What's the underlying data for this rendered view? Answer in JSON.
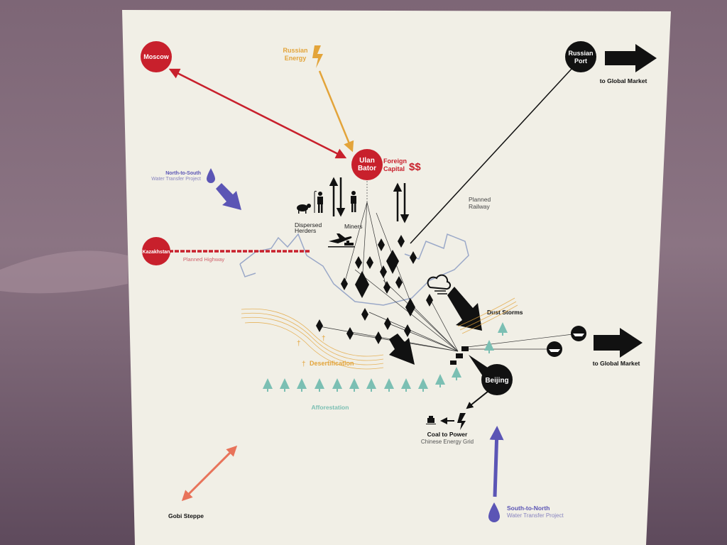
{
  "colors": {
    "red": "#c8202c",
    "orange": "#e3a43a",
    "blue": "#5b55b5",
    "teal": "#7bbfb3",
    "black": "#111111",
    "salmon": "#e8735a",
    "poster": "#f1efe6"
  },
  "nodes": {
    "moscow": "Moscow",
    "ulan_bator": [
      "Ulan",
      "Bator"
    ],
    "russian_port": [
      "Russian",
      "Port"
    ],
    "kazakhstan": "Kazakhstan",
    "beijing": "Beijing"
  },
  "labels": {
    "russian_energy": [
      "Russian",
      "Energy"
    ],
    "foreign_capital": [
      "Foreign",
      "Capital"
    ],
    "dollars": "$$",
    "to_global_market_top": "to Global Market",
    "to_global_market_right": "to Global Market",
    "north_to_south": "North-to-South",
    "north_to_south_sub": "Water Transfer Project",
    "planned_highway": "Planned Highway",
    "dispersed_herders": [
      "Dispersed",
      "Herders"
    ],
    "miners": "Miners",
    "planned_railway": [
      "Planned",
      "Railway"
    ],
    "dust_storms": "Dust Storms",
    "desertification": "Desertification",
    "afforestation": "Afforestation",
    "coal_to_power": "Coal to Power",
    "chinese_energy_grid": "Chinese Energy Grid",
    "south_to_north": "South-to-North",
    "south_to_north_sub": "Water Transfer Project",
    "gobi_steppe": "Gobi Steppe"
  },
  "icons": [
    "lightning-icon",
    "water-drop-icon",
    "sheep-icon",
    "herder-icon",
    "miner-icon",
    "airplane-icon",
    "cloud-wind-icon",
    "tree-icon",
    "ship-icon",
    "coal-cart-icon",
    "diamond-mine-icon"
  ]
}
